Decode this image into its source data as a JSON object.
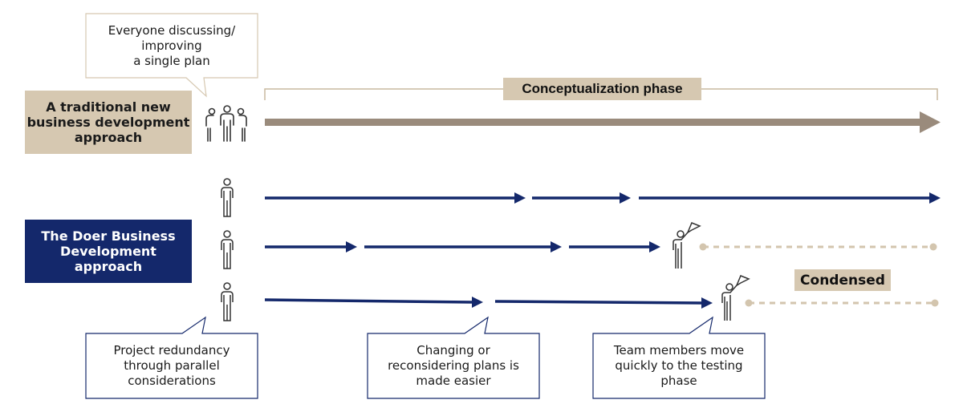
{
  "callouts": {
    "top": "Everyone discussing/\nimproving\na single plan",
    "redundancy": "Project redundancy\nthrough parallel\nconsiderations",
    "changing": "Changing or\nreconsidering plans is\nmade easier",
    "team": "Team members move\nquickly to the testing\nphase"
  },
  "approaches": {
    "traditional": "A traditional new business development approach",
    "doer": "The Doer Business Development approach"
  },
  "tags": {
    "phase": "Conceptualization phase",
    "condensed": "Condensed"
  },
  "colors": {
    "beige": "#d6c8b1",
    "taupe_arrow": "#9a8b7c",
    "navy": "#14286b",
    "icon_gray": "#333333",
    "dash": "#d3c5ae"
  },
  "icons": {
    "group": "group-people-icon",
    "person": "person-icon",
    "flag_person": "person-with-flag-icon"
  }
}
